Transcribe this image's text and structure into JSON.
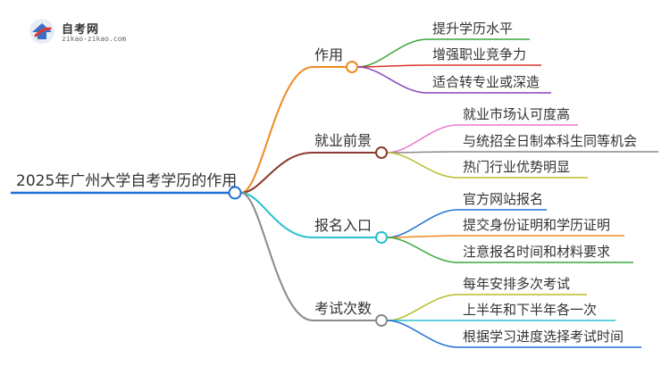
{
  "logo": {
    "title": "自考网",
    "url": "zikao-zikao.com"
  },
  "root": {
    "label": "2025年广州大学自考学历的作用"
  },
  "branches": [
    {
      "label": "作用",
      "color": "#f0891f",
      "children": [
        {
          "label": "提升学历水平",
          "color": "#3aa63a"
        },
        {
          "label": "增强职业竞争力",
          "color": "#d9362b"
        },
        {
          "label": "适合转专业或深造",
          "color": "#8e44bf"
        }
      ]
    },
    {
      "label": "就业前景",
      "color": "#8b3a2e",
      "children": [
        {
          "label": "就业市场认可度高",
          "color": "#e77ac9"
        },
        {
          "label": "与统招全日制本科生同等机会",
          "color": "#8a8a8a"
        },
        {
          "label": "热门行业优势明显",
          "color": "#b6bd2a"
        }
      ]
    },
    {
      "label": "报名入口",
      "color": "#29c0cf",
      "children": [
        {
          "label": "官方网站报名",
          "color": "#1f6fd6"
        },
        {
          "label": "提交身份证明和学历证明",
          "color": "#f0891f"
        },
        {
          "label": "注意报名时间和材料要求",
          "color": "#3aa63a"
        }
      ]
    },
    {
      "label": "考试次数",
      "color": "#8a8a8a",
      "children": [
        {
          "label": "每年安排多次考试",
          "color": "#b6bd2a"
        },
        {
          "label": "上半年和下半年各一次",
          "color": "#29c0cf"
        },
        {
          "label": "根据学习进度选择考试时间",
          "color": "#1f6fd6"
        }
      ]
    }
  ],
  "colors": {
    "root_line": "#1f6fd6",
    "text": "#333333"
  }
}
